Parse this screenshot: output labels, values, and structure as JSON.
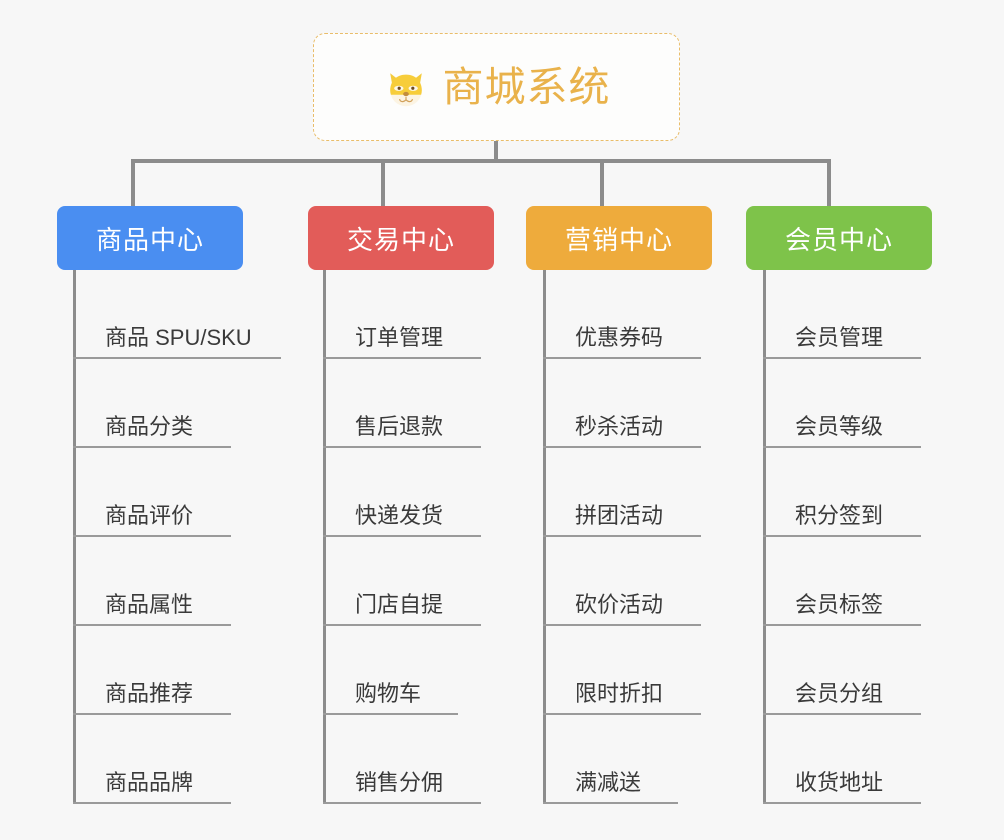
{
  "root": {
    "title": "商城系统",
    "icon": "shiba-dog-face-emoji",
    "title_color": "#e9b24b",
    "border_color": "#e9bd6a"
  },
  "canvas": {
    "background_color": "#f7f7f7",
    "connector_color": "#8c8c8c"
  },
  "branches": [
    {
      "label": "商品中心",
      "color": "#4a8ef1",
      "leaves": [
        "商品 SPU/SKU",
        "商品分类",
        "商品评价",
        "商品属性",
        "商品推荐",
        "商品品牌"
      ]
    },
    {
      "label": "交易中心",
      "color": "#e25c59",
      "leaves": [
        "订单管理",
        "售后退款",
        "快递发货",
        "门店自提",
        "购物车",
        "销售分佣"
      ]
    },
    {
      "label": "营销中心",
      "color": "#eeab3c",
      "leaves": [
        "优惠券码",
        "秒杀活动",
        "拼团活动",
        "砍价活动",
        "限时折扣",
        "满减送"
      ]
    },
    {
      "label": "会员中心",
      "color": "#7ec34a",
      "leaves": [
        "会员管理",
        "会员等级",
        "积分签到",
        "会员标签",
        "会员分组",
        "收货地址"
      ]
    }
  ]
}
